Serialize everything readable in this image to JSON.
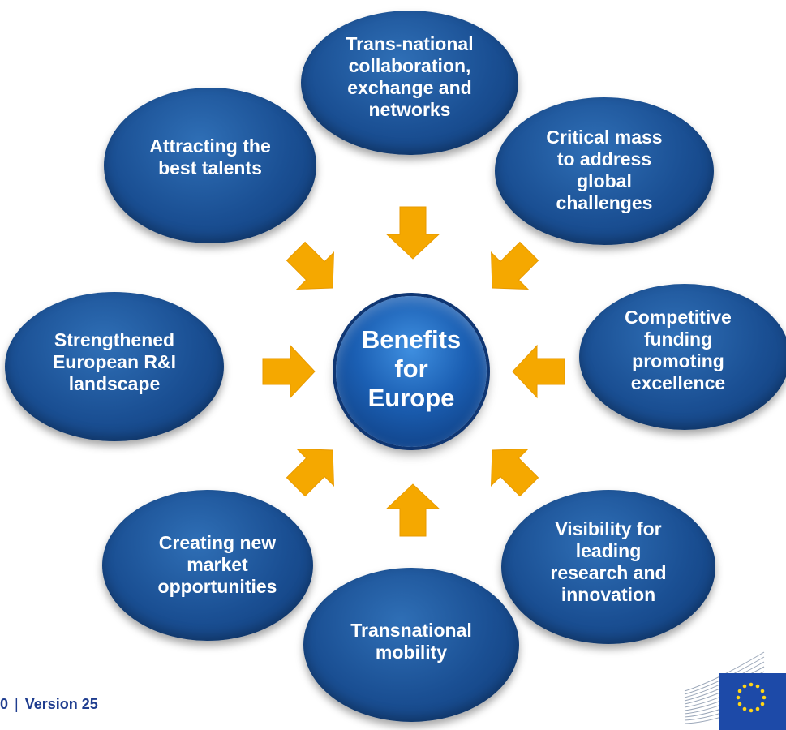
{
  "center": {
    "label": "Benefits\nfor\nEurope"
  },
  "bubbles": [
    {
      "label": "Trans-national\ncollaboration,\nexchange and\nnetworks"
    },
    {
      "label": "Critical mass\nto address\nglobal\nchallenges"
    },
    {
      "label": "Competitive\nfunding\npromoting\nexcellence"
    },
    {
      "label": "Visibility for\nleading\nresearch and\ninnovation"
    },
    {
      "label": "Transnational\nmobility"
    },
    {
      "label": "Creating new\nmarket\nopportunities"
    },
    {
      "label": "Strengthened\nEuropean R&I\nlandscape"
    },
    {
      "label": "Attracting the\nbest talents"
    }
  ],
  "footer": {
    "page_fragment": "0",
    "version": "Version 25"
  },
  "colors": {
    "bubble": "#1a4f93",
    "arrow": "#f5a800",
    "footer_text": "#1f3d8f",
    "eu_flag": "#1d4aa8",
    "eu_stars": "#ffd617"
  }
}
